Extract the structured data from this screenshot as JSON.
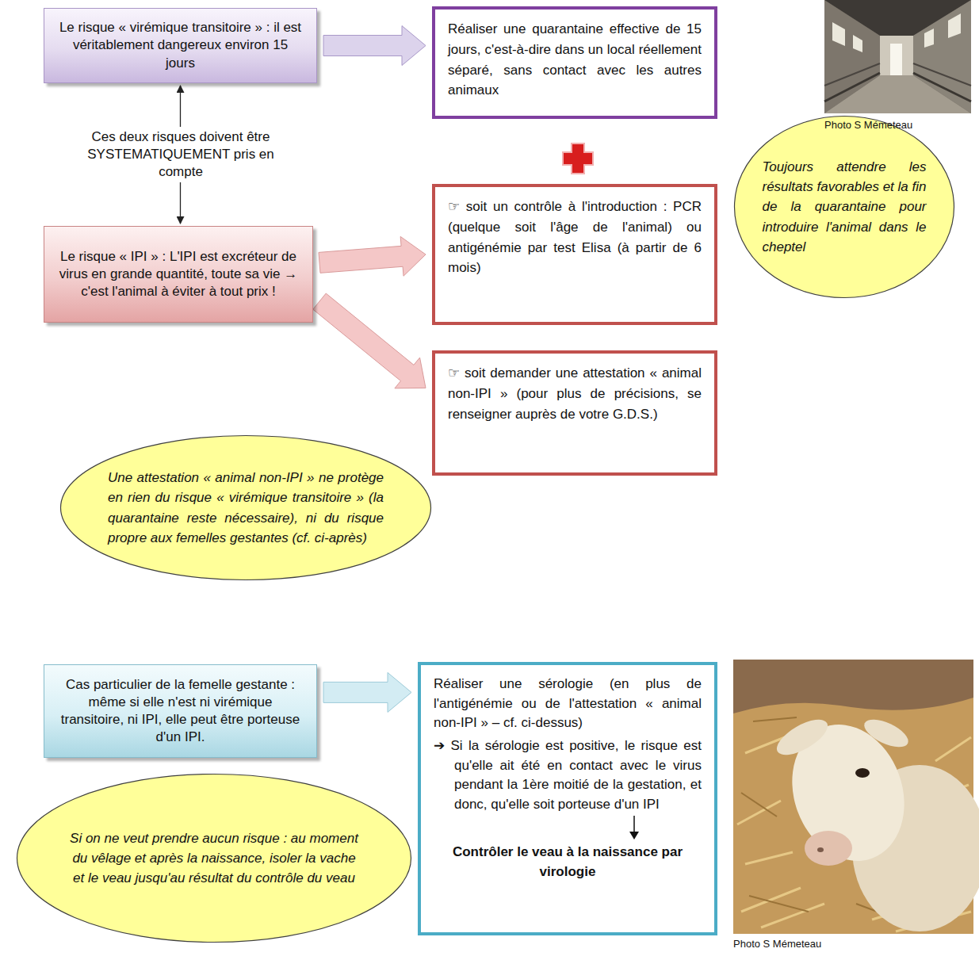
{
  "diagram": {
    "nodes": [
      {
        "text": [
          "Le risque « virémique transitoire » : il est véritablement dangereux environ 15 jours"
        ]
      },
      {
        "text": [
          "Réaliser une quarantaine effective de 15 jours, c'est-à-dire dans un local réellement séparé, sans contact avec les autres animaux"
        ]
      },
      {
        "text": [
          "Le risque « IPI » : L'IPI est excréteur de virus en grande quantité, toute sa vie → c'est l'animal à éviter à tout prix !"
        ]
      },
      {
        "text": [
          "☞ soit un contrôle à l'introduction : PCR (quelque soit l'âge de l'animal) ou antigénémie par test Elisa (à partir de 6 mois)"
        ]
      },
      {
        "text": [
          "Toujours attendre les résultats favorables et la fin de la quarantaine pour introduire l'animal dans le cheptel"
        ]
      },
      {
        "text": [
          "☞ soit demander une attestation « animal non-IPI » (pour plus de précisions, se renseigner auprès de votre G.D.S.)"
        ]
      },
      {
        "text": [
          "Une attestation « animal non-IPI » ne protège en rien du risque « virémique transitoire » (la quarantaine reste nécessaire), ni du risque propre aux femelles gestantes (cf. ci-après)"
        ]
      },
      {
        "text": [
          "Cas particulier de la femelle gestante : même si elle n'est ni virémique transitoire, ni IPI, elle peut être porteuse d'un IPI."
        ]
      },
      {
        "text": [
          "Réaliser une sérologie (en plus de l'antigénémie ou de l'attestation « animal non-IPI » – cf. ci-dessus)",
          "➔ Si la sérologie est positive, le risque est qu'elle ait été en contact avec le virus pendant la 1ère moitié de la gestation, et donc, qu'elle soit porteuse d'un IPI",
          "Contrôler le veau à la naissance par virologie"
        ]
      },
      {
        "text": [
          "Si on ne veut prendre aucun risque : au moment du vêlage et après la naissance, isoler la vache et le veau jusqu'au résultat du contrôle du veau"
        ]
      }
    ],
    "edges": [
      {
        "from": 0,
        "to": 1,
        "arrow": "to"
      },
      {
        "from": 0,
        "to": 2,
        "arrow": "both",
        "label": "Ces deux risques doivent être SYSTEMATIQUEMENT pris en compte"
      },
      {
        "from": 2,
        "to": 3,
        "arrow": "to"
      },
      {
        "from": 2,
        "to": 5,
        "arrow": "to"
      },
      {
        "from": 7,
        "to": 8,
        "arrow": "to"
      }
    ],
    "labels": [
      "Photo S Mémeteau",
      "Photo S Mémeteau"
    ]
  }
}
